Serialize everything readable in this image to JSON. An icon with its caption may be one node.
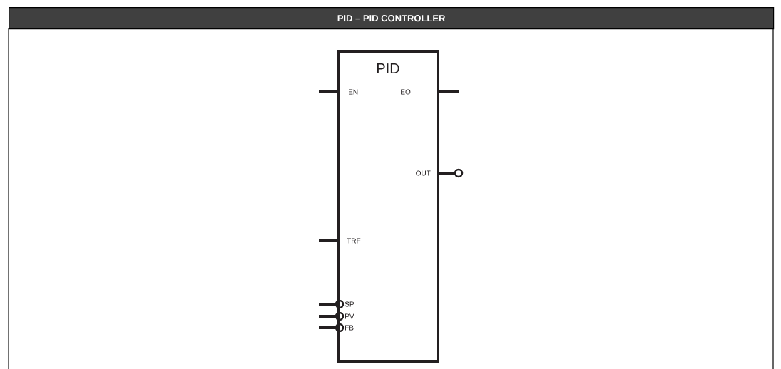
{
  "diagram": {
    "title": "PID – PID CONTROLLER",
    "nodes": [
      {
        "text": [
          "PID"
        ]
      }
    ],
    "labels": [
      "EN",
      "EO",
      "OUT",
      "TRF",
      "SP",
      "PV",
      "FB"
    ]
  }
}
